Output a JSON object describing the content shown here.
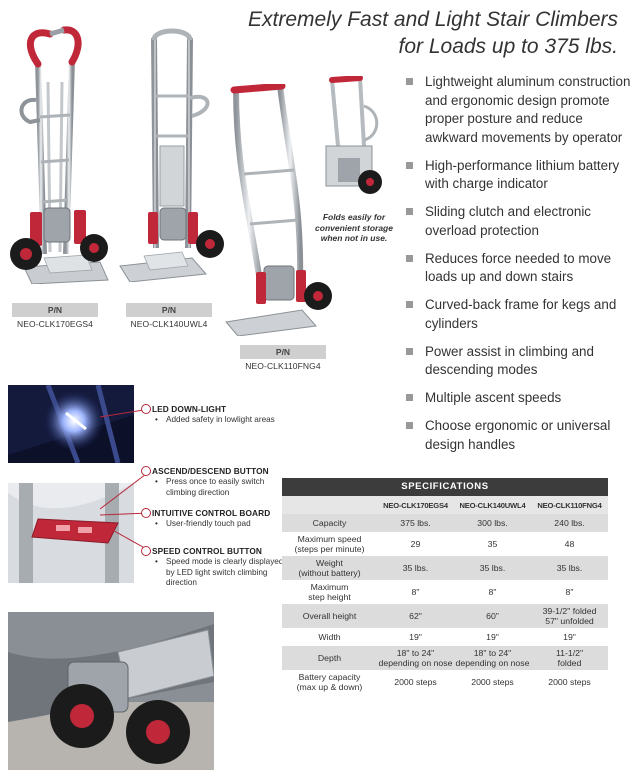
{
  "headline": {
    "line1": "Extremely Fast and Light Stair Climbers",
    "line2": "for Loads up to 375 lbs."
  },
  "features": [
    "Lightweight aluminum construction and ergonomic design promote proper posture and reduce awkward movements by operator",
    "High-performance lithium battery with charge indicator",
    "Sliding clutch and electronic overload protection",
    "Reduces force needed to move loads up and down stairs",
    "Curved-back frame for kegs and cylinders",
    "Power assist in climbing and descending modes",
    "Multiple ascent speeds",
    "Choose ergonomic or universal design handles"
  ],
  "products": [
    {
      "pn_label": "P/N",
      "pn": "NEO-CLK170EGS4"
    },
    {
      "pn_label": "P/N",
      "pn": "NEO-CLK140UWL4"
    },
    {
      "pn_label": "P/N",
      "pn": "NEO-CLK110FNG4"
    }
  ],
  "fold_note": {
    "line1": "Folds easily for",
    "line2": "convenient storage",
    "line3": "when not in use."
  },
  "callouts": [
    {
      "title": "LED DOWN-LIGHT",
      "body": "Added safety in lowlight areas"
    },
    {
      "title": "ASCEND/DESCEND BUTTON",
      "body": "Press once to easily switch climbing direction"
    },
    {
      "title": "INTUITIVE CONTROL BOARD",
      "body": "User-friendly touch pad"
    },
    {
      "title": "SPEED CONTROL BUTTON",
      "body": "Speed mode is clearly displayed by LED light switch climbing direction"
    }
  ],
  "specs": {
    "title": "SPECIFICATIONS",
    "columns": [
      "",
      "NEO-CLK170EGS4",
      "NEO-CLK140UWL4",
      "NEO-CLK110FNG4"
    ],
    "rows": [
      {
        "label": [
          "Capacity"
        ],
        "values": [
          [
            "375 lbs."
          ],
          [
            "300 lbs."
          ],
          [
            "240 lbs."
          ]
        ]
      },
      {
        "label": [
          "Maximum speed",
          "(steps per minute)"
        ],
        "values": [
          [
            "29"
          ],
          [
            "35"
          ],
          [
            "48"
          ]
        ]
      },
      {
        "label": [
          "Weight",
          "(without battery)"
        ],
        "values": [
          [
            "35 lbs."
          ],
          [
            "35 lbs."
          ],
          [
            "35 lbs."
          ]
        ]
      },
      {
        "label": [
          "Maximum",
          "step height"
        ],
        "values": [
          [
            "8\""
          ],
          [
            "8\""
          ],
          [
            "8\""
          ]
        ]
      },
      {
        "label": [
          "Overall height"
        ],
        "values": [
          [
            "62\""
          ],
          [
            "60\""
          ],
          [
            "39-1/2\" folded",
            "57\" unfolded"
          ]
        ]
      },
      {
        "label": [
          "Width"
        ],
        "values": [
          [
            "19\""
          ],
          [
            "19\""
          ],
          [
            "19\""
          ]
        ]
      },
      {
        "label": [
          "Depth"
        ],
        "values": [
          [
            "18\" to 24\"",
            "depending on nose"
          ],
          [
            "18\" to 24\"",
            "depending on nose"
          ],
          [
            "11-1/2\"",
            "folded"
          ]
        ]
      },
      {
        "label": [
          "Battery capacity",
          "(max up & down)"
        ],
        "values": [
          [
            "2000 steps"
          ],
          [
            "2000 steps"
          ],
          [
            "2000 steps"
          ]
        ]
      }
    ]
  },
  "colors": {
    "accent_red": "#c0283a",
    "table_header": "#3c3c3c",
    "bullet_gray": "#999999"
  }
}
